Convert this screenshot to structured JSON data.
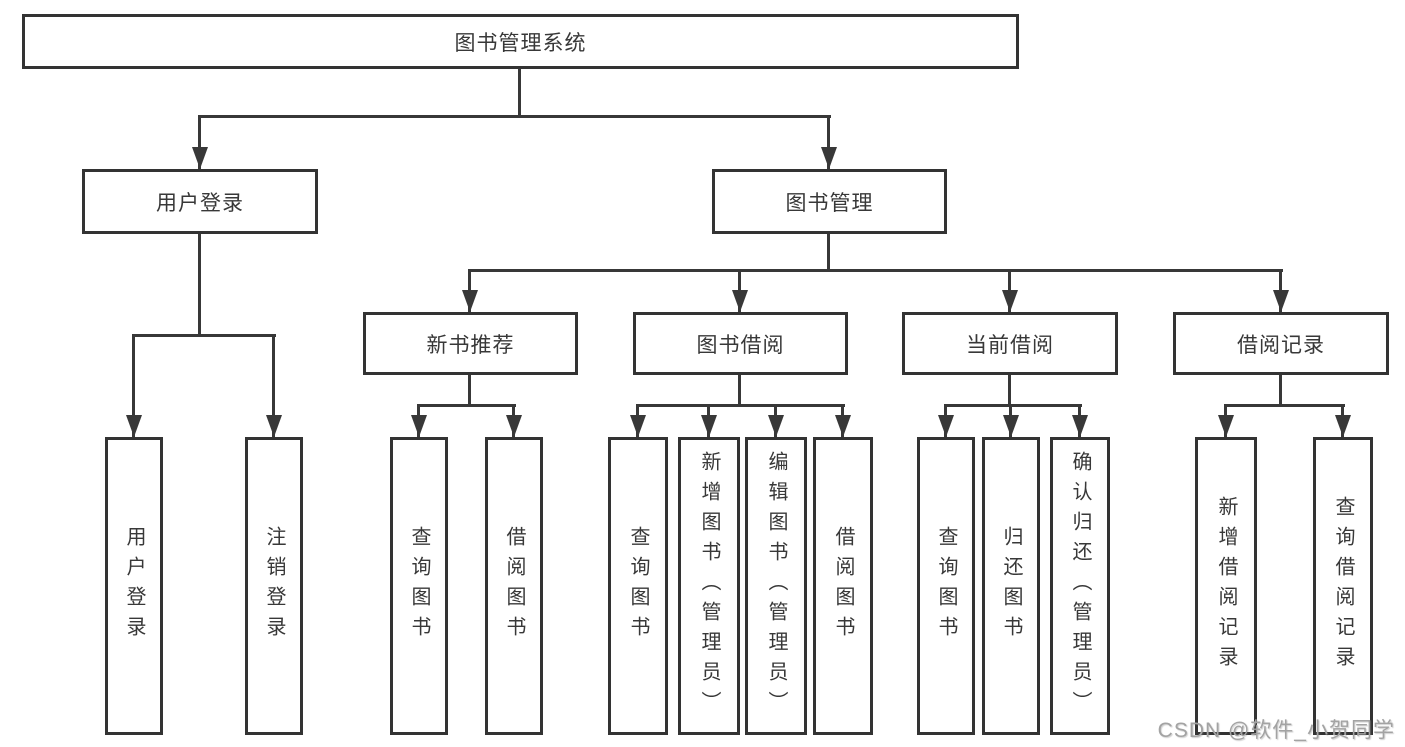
{
  "diagram": {
    "root_label": "图书管理系统",
    "branches": [
      {
        "label": "用户登录",
        "children": [
          {
            "label": "用户登录"
          },
          {
            "label": "注销登录"
          }
        ]
      },
      {
        "label": "图书管理",
        "children": [
          {
            "label": "新书推荐",
            "children": [
              {
                "label": "查询图书"
              },
              {
                "label": "借阅图书"
              }
            ]
          },
          {
            "label": "图书借阅",
            "children": [
              {
                "label": "查询图书"
              },
              {
                "label": "新增图书（管理员）"
              },
              {
                "label": "编辑图书（管理员）"
              },
              {
                "label": "借阅图书"
              }
            ]
          },
          {
            "label": "当前借阅",
            "children": [
              {
                "label": "查询图书"
              },
              {
                "label": "归还图书"
              },
              {
                "label": "确认归还（管理员）"
              }
            ]
          },
          {
            "label": "借阅记录",
            "children": [
              {
                "label": "新增借阅记录"
              },
              {
                "label": "查询借阅记录"
              }
            ]
          }
        ]
      }
    ]
  },
  "watermark": "CSDN @软件_小贺同学",
  "colors": {
    "line": "#383838",
    "box_border": "#333333",
    "text": "#383838",
    "watermark": "#a3a3a3",
    "background": "#ffffff"
  }
}
